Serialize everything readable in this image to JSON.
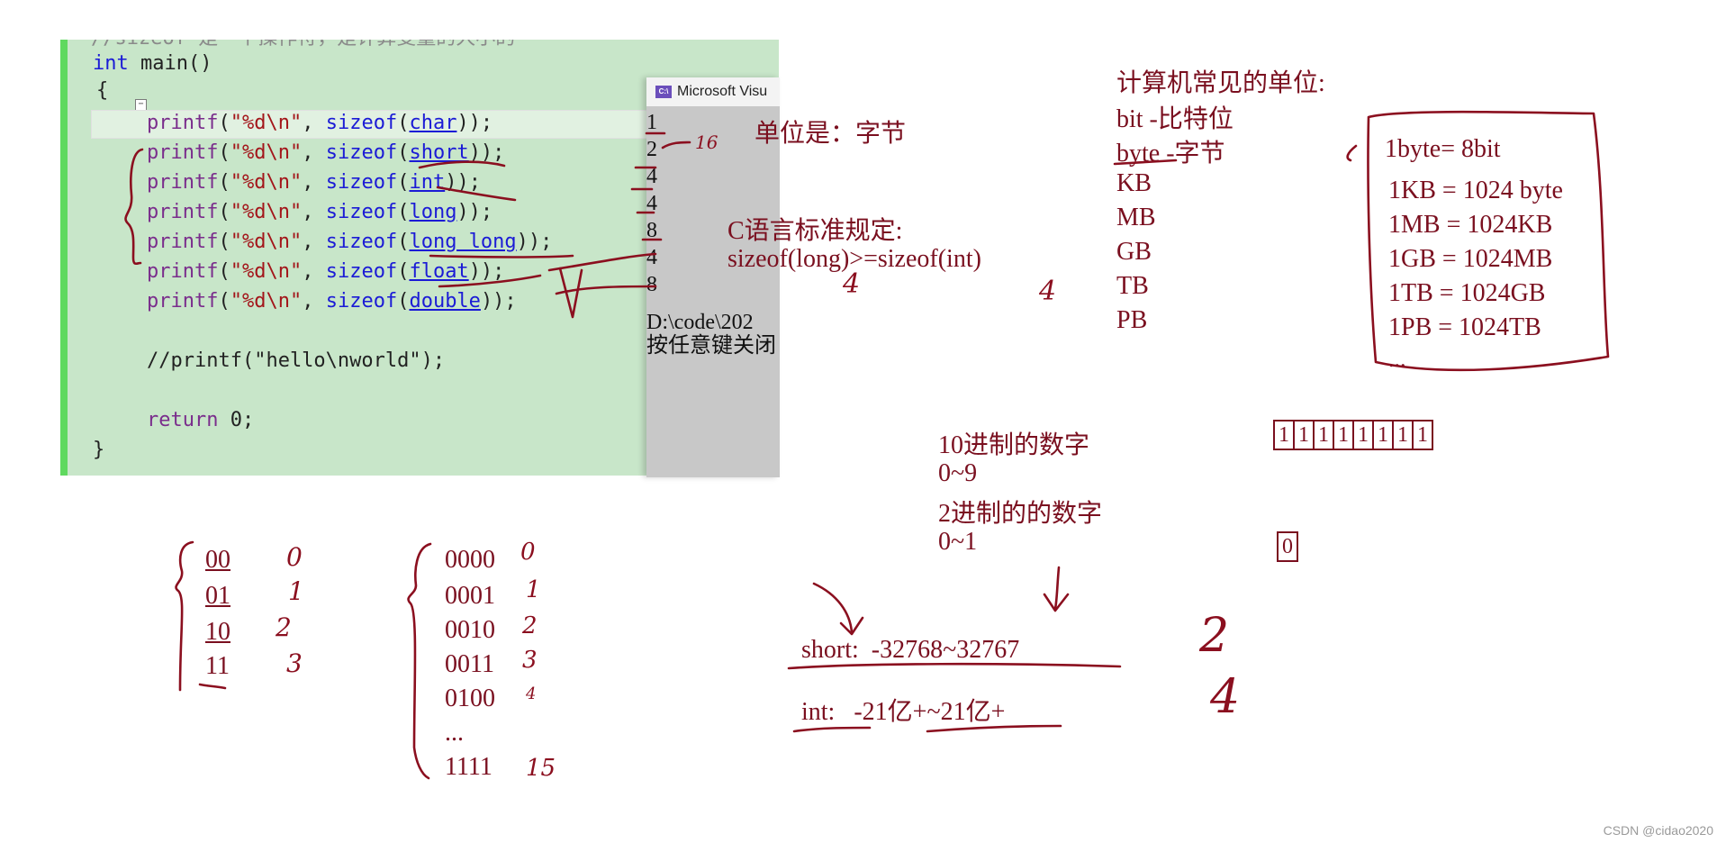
{
  "editor": {
    "cut_comment": "//sizeof 是一个操作符，是计算变量的大小的",
    "lines": [
      "int main()",
      "{",
      "printf(\"%d\\n\", sizeof(char));",
      "printf(\"%d\\n\", sizeof(short));",
      "printf(\"%d\\n\", sizeof(int));",
      "printf(\"%d\\n\", sizeof(long));",
      "printf(\"%d\\n\", sizeof(long long));",
      "printf(\"%d\\n\", sizeof(float));",
      "printf(\"%d\\n\", sizeof(double));",
      "//printf(\"hello\\nworld\");",
      "return 0;",
      "}"
    ]
  },
  "console": {
    "title": "Microsoft Visu",
    "outputs": [
      "1",
      "2",
      "4",
      "4",
      "8",
      "4",
      "8"
    ],
    "path": "D:\\code\\202",
    "prompt": "按任意键关闭"
  },
  "notes": {
    "unit_bytes": "单位是：字节",
    "c_standard": "C语言标准规定:",
    "sizeof_rule": "sizeof(long)>=sizeof(int)",
    "rule_left_hand": "4",
    "rule_right_hand": "4",
    "arrow_16": "16",
    "common_units_title": "计算机常见的单位:",
    "units": [
      "bit  -比特位",
      "byte -字节",
      "KB",
      "MB",
      "GB",
      "TB",
      "PB"
    ],
    "conversions": [
      "1byte= 8bit",
      "1KB = 1024 byte",
      "1MB = 1024KB",
      "1GB = 1024MB",
      "1TB = 1024GB",
      "1PB = 1024TB",
      "..."
    ],
    "decimal_title": "10进制的数字",
    "decimal_range": "0~9",
    "binary_title": "2进制的的数字",
    "binary_range": "0~1",
    "eight_bits": [
      "1",
      "1",
      "1",
      "1",
      "1",
      "1",
      "1",
      "1"
    ],
    "zero_box": "0",
    "short_range": "short:  -32768~32767",
    "int_range": "int:   -21亿+~21亿+",
    "hand_2": "2",
    "hand_4": "4",
    "two_bit_codes": [
      "00",
      "01",
      "10",
      "11"
    ],
    "two_bit_values": [
      "0",
      "1",
      "2",
      "3"
    ],
    "four_bit_codes": [
      "0000",
      "0001",
      "0010",
      "0011",
      "0100",
      "...",
      "1111"
    ],
    "four_bit_values": [
      "0",
      "1",
      "2",
      "3",
      "4",
      "",
      "15"
    ]
  },
  "watermark": "CSDN @cidao2020"
}
